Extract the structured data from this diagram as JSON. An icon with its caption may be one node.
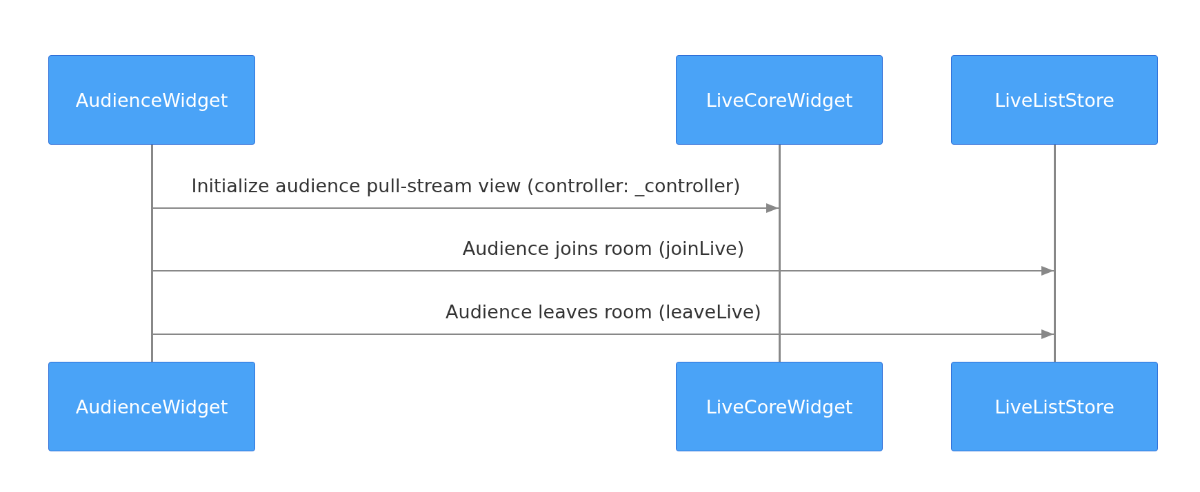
{
  "diagram": {
    "nodes": [
      {
        "text": [
          "AudienceWidget"
        ]
      },
      {
        "text": [
          "LiveCoreWidget"
        ]
      },
      {
        "text": [
          "LiveListStore"
        ]
      },
      {
        "text": [],
        "shape": "bar"
      },
      {
        "text": [],
        "shape": "bar"
      },
      {
        "text": [],
        "shape": "bar"
      },
      {
        "text": [
          "AudienceWidget"
        ]
      },
      {
        "text": [
          "LiveCoreWidget"
        ]
      },
      {
        "text": [
          "LiveListStore"
        ]
      }
    ],
    "edges": [
      {
        "from": 3,
        "to": 4,
        "arrow": "to",
        "label": "Initialize audience pull-stream view (controller: _controller)"
      },
      {
        "from": 3,
        "to": 5,
        "arrow": "to",
        "label": "Audience joins room (joinLive)"
      },
      {
        "from": 3,
        "to": 5,
        "arrow": "to",
        "label": "Audience leaves room (leaveLive)"
      }
    ]
  }
}
